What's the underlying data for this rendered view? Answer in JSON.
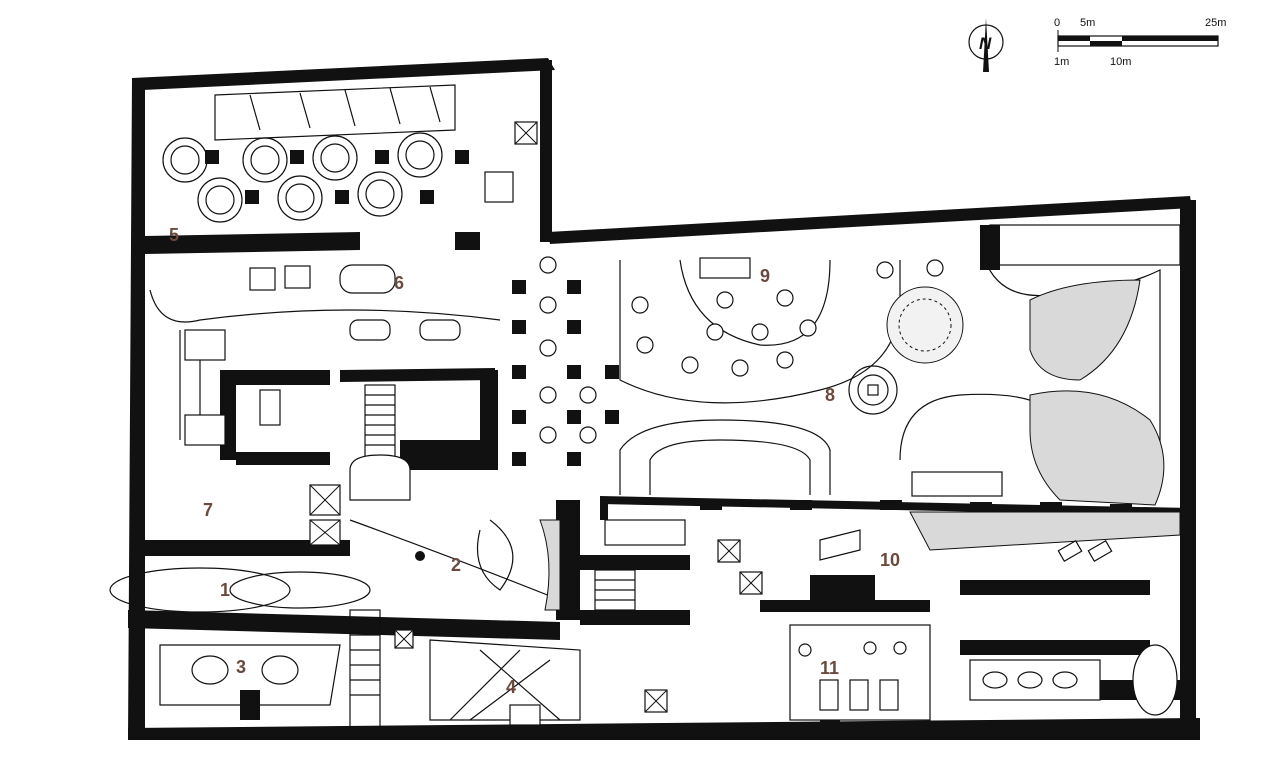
{
  "north_arrow": {
    "label": "N"
  },
  "scale_bar": {
    "top_labels": [
      "0",
      "5m",
      "25m"
    ],
    "bottom_labels": [
      "1m",
      "10m"
    ]
  },
  "rooms": [
    "1",
    "2",
    "3",
    "4",
    "5",
    "6",
    "7",
    "8",
    "9",
    "10",
    "11"
  ]
}
